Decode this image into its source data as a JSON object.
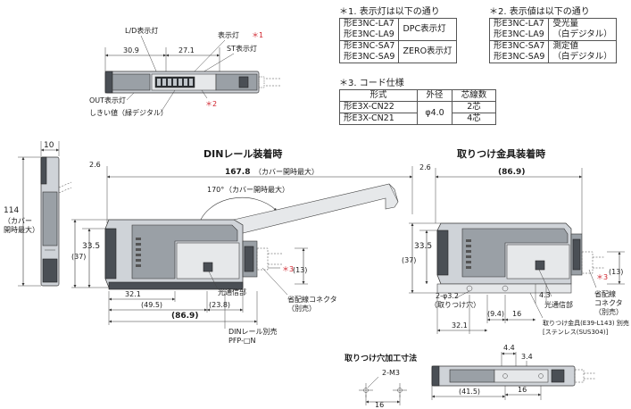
{
  "notes": {
    "note1_title": "＊1. 表示灯は以下の通り",
    "note2_title": "＊2. 表示値は以下の通り",
    "note3_title": "＊3. コード仕様"
  },
  "table1": [
    {
      "models": [
        "形E3NC-LA7",
        "形E3NC-LA9"
      ],
      "value": "DPC表示灯"
    },
    {
      "models": [
        "形E3NC-SA7",
        "形E3NC-SA9"
      ],
      "value": "ZERO表示灯"
    }
  ],
  "table2": [
    {
      "models": [
        "形E3NC-LA7",
        "形E3NC-LA9"
      ],
      "value": [
        "受光量",
        "（白デジタル）"
      ]
    },
    {
      "models": [
        "形E3NC-SA7",
        "形E3NC-SA9"
      ],
      "value": [
        "測定値",
        "（白デジタル）"
      ]
    }
  ],
  "table3": {
    "headers": [
      "形式",
      "外径",
      "芯線数"
    ],
    "diameter": "φ4.0",
    "rows": [
      {
        "model": "形E3X-CN22",
        "cores": "2芯"
      },
      {
        "model": "形E3X-CN21",
        "cores": "4芯"
      }
    ]
  },
  "top_view": {
    "ld_label": "L/D表示灯",
    "disp_label": "表示灯",
    "disp_ref": "＊1",
    "st_label": "ST表示灯",
    "dim_a": "30.9",
    "dim_b": "27.1",
    "out_label": "OUT表示灯",
    "threshold_label": "しきい値（緑デジタル）",
    "ref2": "＊2"
  },
  "side_view": {
    "width": "10",
    "height": "114",
    "height_note_1": "（カバー",
    "height_note_2": "開時最大）"
  },
  "din_view": {
    "title": "DINレール装着時",
    "top_offset": "2.6",
    "length": "167.8",
    "length_note": "（カバー開時最大）",
    "angle": "170°",
    "angle_note": "（カバー開時最大）",
    "height": "33.5",
    "height_paren": "(37)",
    "ref3": "＊3",
    "cable_dim": "(13)",
    "dim_321": "32.1",
    "dim_495": "(49.5)",
    "dim_238": "(23.8)",
    "dim_869": "(86.9)",
    "light_label": "光通信部",
    "connector_1": "省配線コネクタ",
    "connector_2": "（別売）",
    "rail_1": "DINレール別売",
    "rail_2": "PFP-□N"
  },
  "bracket_view": {
    "title": "取りつけ金具装着時",
    "top_offset": "2.6",
    "length": "(86.9)",
    "height": "33.5",
    "height_paren": "(37)",
    "ref3": "＊3",
    "cable_dim": "(13)",
    "holes": "2-φ3.2",
    "holes_note": "（取りつけ穴）",
    "dim_43": "4.3",
    "dim_94": "(9.4)",
    "dim_16": "16",
    "dim_321": "32.1",
    "light_label": "光通信部",
    "connector_1": "省配線",
    "connector_2": "コネクタ",
    "connector_3": "（別売）",
    "bracket_1": "取りつけ金具(E39-L143) 別売",
    "bracket_2": "[ステンレス(SUS304)]"
  },
  "hole_view": {
    "title": "取りつけ穴加工寸法",
    "screw": "2-M3",
    "pitch": "16"
  },
  "bottom_view": {
    "dim_44": "4.4",
    "dim_34": "3.4",
    "pitch": "16",
    "length": "(41.5)"
  }
}
